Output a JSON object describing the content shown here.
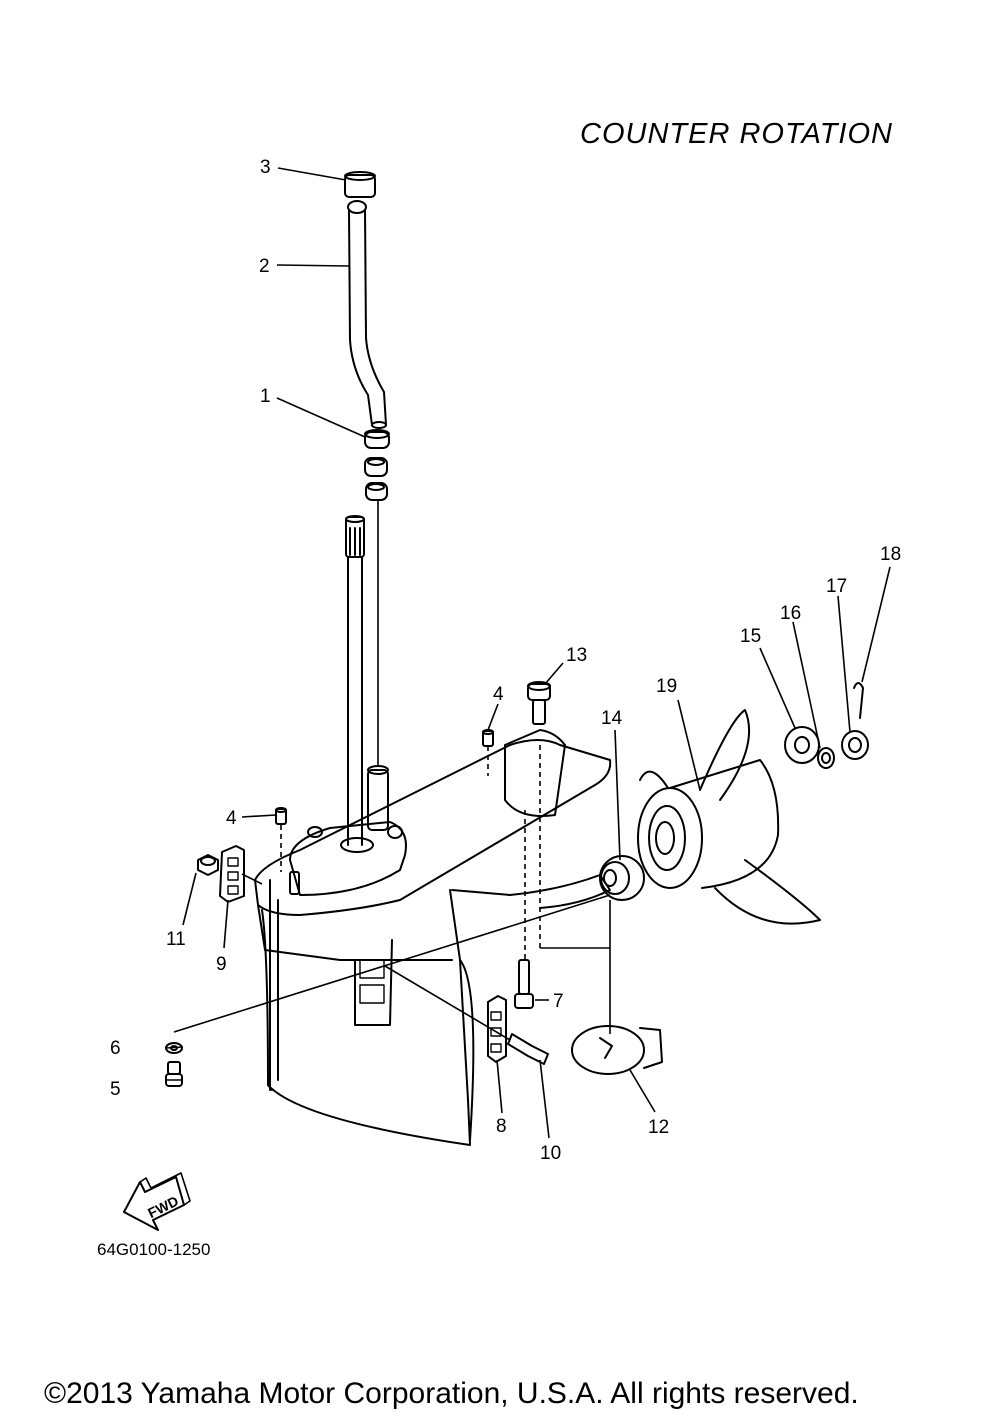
{
  "title": "COUNTER  ROTATION",
  "part_code": "64G0100-1250",
  "copyright": "©2013 Yamaha Motor Corporation, U.S.A. All rights reserved.",
  "fwd_label": "FWD",
  "callouts": {
    "c1": "1",
    "c2": "2",
    "c3": "3",
    "c4a": "4",
    "c4b": "4",
    "c5": "5",
    "c6": "6",
    "c7": "7",
    "c8": "8",
    "c9": "9",
    "c10": "10",
    "c11": "11",
    "c12": "12",
    "c13": "13",
    "c14": "14",
    "c15": "15",
    "c16": "16",
    "c17": "17",
    "c18": "18",
    "c19": "19"
  }
}
